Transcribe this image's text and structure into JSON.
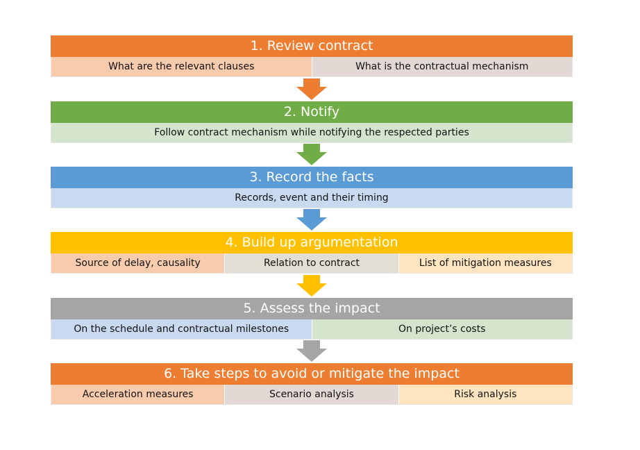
{
  "colors": {
    "orange": "#ED7D31",
    "green": "#70AD47",
    "blue": "#5B9BD5",
    "gold": "#FFC000",
    "gray": "#A5A5A5",
    "cell_orange": "#F8CBAD",
    "cell_taupe": "#E2D9D5",
    "cell_green": "#D5E4CC",
    "cell_blue": "#C9D9F0",
    "cell_taupe2": "#E3DED3",
    "cell_peach": "#FFE5BF"
  },
  "steps": [
    {
      "title": "1. Review contract",
      "color": "#ED7D31",
      "cells": [
        {
          "text": "What are the relevant clauses",
          "color": "#F8CBAD"
        },
        {
          "text": "What is the contractual mechanism",
          "color": "#E2D9D5"
        }
      ]
    },
    {
      "title": "2. Notify",
      "color": "#70AD47",
      "cells": [
        {
          "text": "Follow contract mechanism while notifying the respected parties",
          "color": "#D5E4CC"
        }
      ]
    },
    {
      "title": "3. Record the facts",
      "color": "#5B9BD5",
      "cells": [
        {
          "text": "Records, event and their timing",
          "color": "#C9D9F0"
        }
      ]
    },
    {
      "title": "4. Build up argumentation",
      "color": "#FFC000",
      "cells": [
        {
          "text": "Source of delay, causality",
          "color": "#F8CBAD"
        },
        {
          "text": "Relation to contract",
          "color": "#E3DED3"
        },
        {
          "text": "List of mitigation measures",
          "color": "#FFE5BF"
        }
      ]
    },
    {
      "title": "5. Assess the impact",
      "color": "#A5A5A5",
      "cells": [
        {
          "text": "On the schedule and contractual milestones",
          "color": "#C9D9F0"
        },
        {
          "text": "On project’s costs",
          "color": "#D5E4CC"
        }
      ]
    },
    {
      "title": "6. Take steps to avoid or mitigate the impact",
      "color": "#ED7D31",
      "cells": [
        {
          "text": "Acceleration measures",
          "color": "#F8CBAD"
        },
        {
          "text": "Scenario analysis",
          "color": "#E2D9D5"
        },
        {
          "text": "Risk analysis",
          "color": "#FFE5BF"
        }
      ]
    }
  ],
  "arrows": [
    {
      "color": "#ED7D31",
      "icon": "down-arrow-icon"
    },
    {
      "color": "#70AD47",
      "icon": "down-arrow-icon"
    },
    {
      "color": "#5B9BD5",
      "icon": "down-arrow-icon"
    },
    {
      "color": "#FFC000",
      "icon": "down-arrow-icon"
    },
    {
      "color": "#A5A5A5",
      "icon": "down-arrow-icon"
    }
  ]
}
